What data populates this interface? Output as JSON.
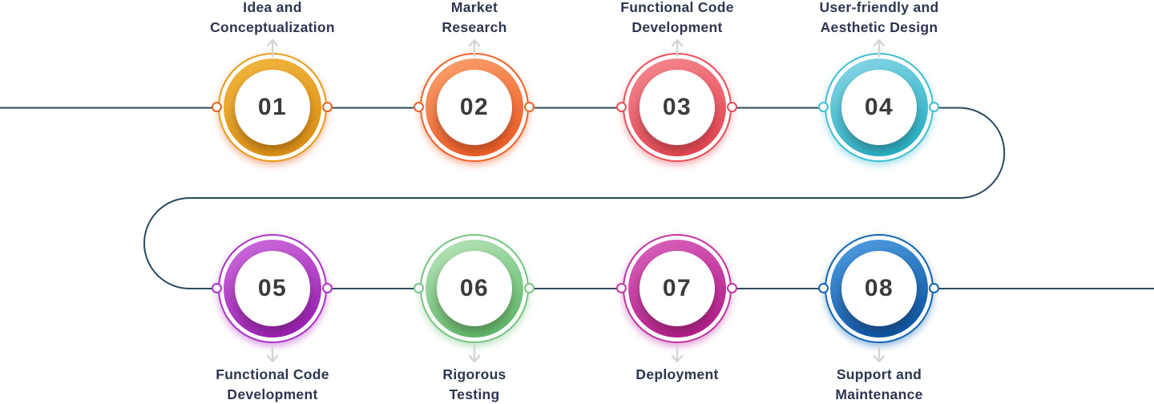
{
  "diagram": {
    "type": "process-timeline",
    "background": "#ffffff",
    "line_color": "#2A4A5E",
    "arrow_color": "#D4D4D4",
    "label_color": "#2E3650",
    "number_color": "#3B3B3B",
    "steps": [
      {
        "number": "01",
        "label_lines": [
          "Idea and",
          "Conceptualization"
        ],
        "label_position": "top",
        "colors": {
          "light": "#EFB23B",
          "dark": "#DE9214",
          "stroke": "#E59D1B",
          "dot": "#E4641E"
        }
      },
      {
        "number": "02",
        "label_lines": [
          "Market",
          "Research"
        ],
        "label_position": "top",
        "colors": {
          "light": "#F89A66",
          "dark": "#F15F28",
          "stroke": "#F1622A",
          "dot": "#F1622A"
        }
      },
      {
        "number": "03",
        "label_lines": [
          "Functional Code",
          "Development"
        ],
        "label_position": "top",
        "colors": {
          "light": "#F2828A",
          "dark": "#E74752",
          "stroke": "#E94F5A",
          "dot": "#E94F5A"
        }
      },
      {
        "number": "04",
        "label_lines": [
          "User-friendly and",
          "Aesthetic Design"
        ],
        "label_position": "top",
        "colors": {
          "light": "#7ED2E2",
          "dark": "#27B2C6",
          "stroke": "#41BFD2",
          "dot": "#41BFD2"
        }
      },
      {
        "number": "05",
        "label_lines": [
          "Functional Code",
          "Development"
        ],
        "label_position": "bottom",
        "colors": {
          "light": "#C765D8",
          "dark": "#9D20B5",
          "stroke": "#AC35C6",
          "dot": "#AC35C6"
        }
      },
      {
        "number": "06",
        "label_lines": [
          "Rigorous",
          "Testing"
        ],
        "label_position": "bottom",
        "colors": {
          "light": "#AFDFB2",
          "dark": "#61BB6A",
          "stroke": "#77C681",
          "dot": "#77C681"
        }
      },
      {
        "number": "07",
        "label_lines": [
          "Deployment"
        ],
        "label_position": "bottom",
        "colors": {
          "light": "#D45CB7",
          "dark": "#B61F8C",
          "stroke": "#C238A2",
          "dot": "#C238A2"
        }
      },
      {
        "number": "08",
        "label_lines": [
          "Support and",
          "Maintenance"
        ],
        "label_position": "bottom",
        "colors": {
          "light": "#4A96DA",
          "dark": "#0C57A5",
          "stroke": "#1465B4",
          "dot": "#1465B4"
        }
      }
    ]
  }
}
